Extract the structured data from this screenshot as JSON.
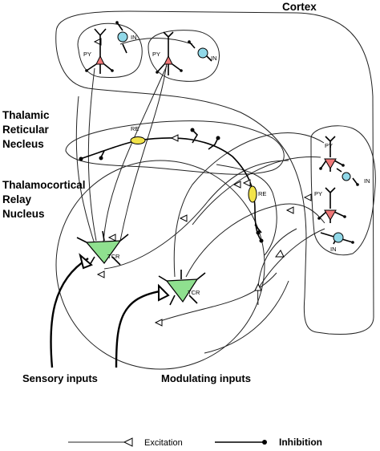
{
  "regions": {
    "cortex": "Cortex",
    "reticular": [
      "Thalamic",
      "Reticular",
      "Necleus"
    ],
    "relay": [
      "Thalamocortical",
      "Relay",
      "Nucleus"
    ]
  },
  "cells": {
    "py": "PY",
    "in": "IN",
    "re": "RE",
    "tcr": "TCR"
  },
  "inputs": {
    "sensory": "Sensory inputs",
    "modulating": "Modulating inputs"
  },
  "legend": {
    "excitation": "Excitation",
    "inhibition": "Inhibition"
  },
  "colors": {
    "pyramidal": "#f07878",
    "interneuron": "#90d8e8",
    "reticular": "#f2e34a",
    "relay": "#8fe08f"
  }
}
